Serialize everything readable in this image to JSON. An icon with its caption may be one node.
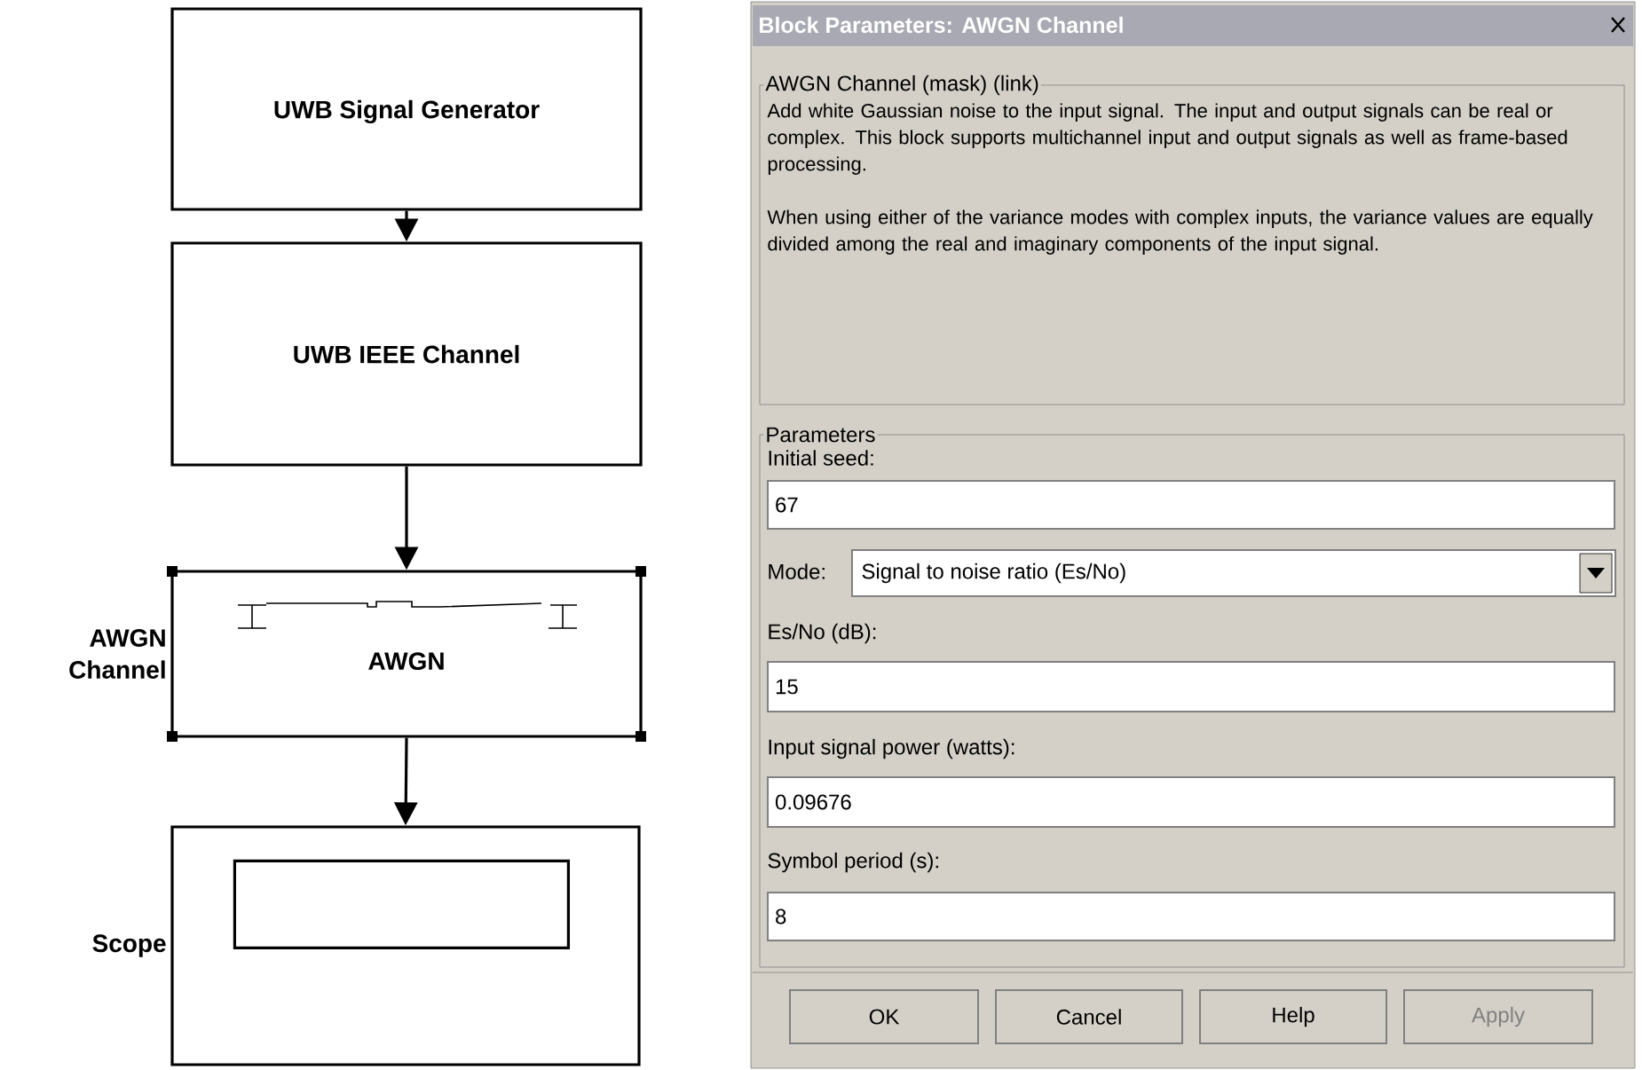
{
  "diagram": {
    "nodes": [
      {
        "text": [
          "UWB Signal Generator"
        ]
      },
      {
        "text": [
          "UWB IEEE Channel"
        ]
      },
      {
        "text": [
          "AWGN"
        ],
        "beside": [
          "AWGN Channel"
        ]
      },
      {
        "text": [],
        "shape": "box",
        "beside": [
          "Scope"
        ]
      },
      {
        "text": [],
        "shape": "box",
        "in": 3
      }
    ],
    "edges": [
      {
        "from": 0,
        "to": 1,
        "arrow": "to"
      },
      {
        "from": 1,
        "to": 2,
        "arrow": "to"
      },
      {
        "from": 2,
        "to": 3,
        "arrow": "to"
      }
    ],
    "labels": [
      "Block Parameters: AWGN Channel",
      "AWGN Channel (mask) (link)",
      "Add white Gaussian noise to the input signal. The input and output signals can be real or complex. This block supports multichannel input and output signals as well as frame-based processing.",
      "When using either of the variance modes with complex inputs, the variance values are equally divided among the real and imaginary components of the input signal.",
      "Parameters",
      "Initial seed:",
      "67",
      "Mode:",
      "Signal to noise ratio  (Es/No)",
      "Es/No (dB):",
      "15",
      "Input signal power (watts):",
      "0.09676",
      "Symbol period (s):",
      "8",
      "OK",
      "Cancel",
      "Help",
      "Apply"
    ]
  }
}
